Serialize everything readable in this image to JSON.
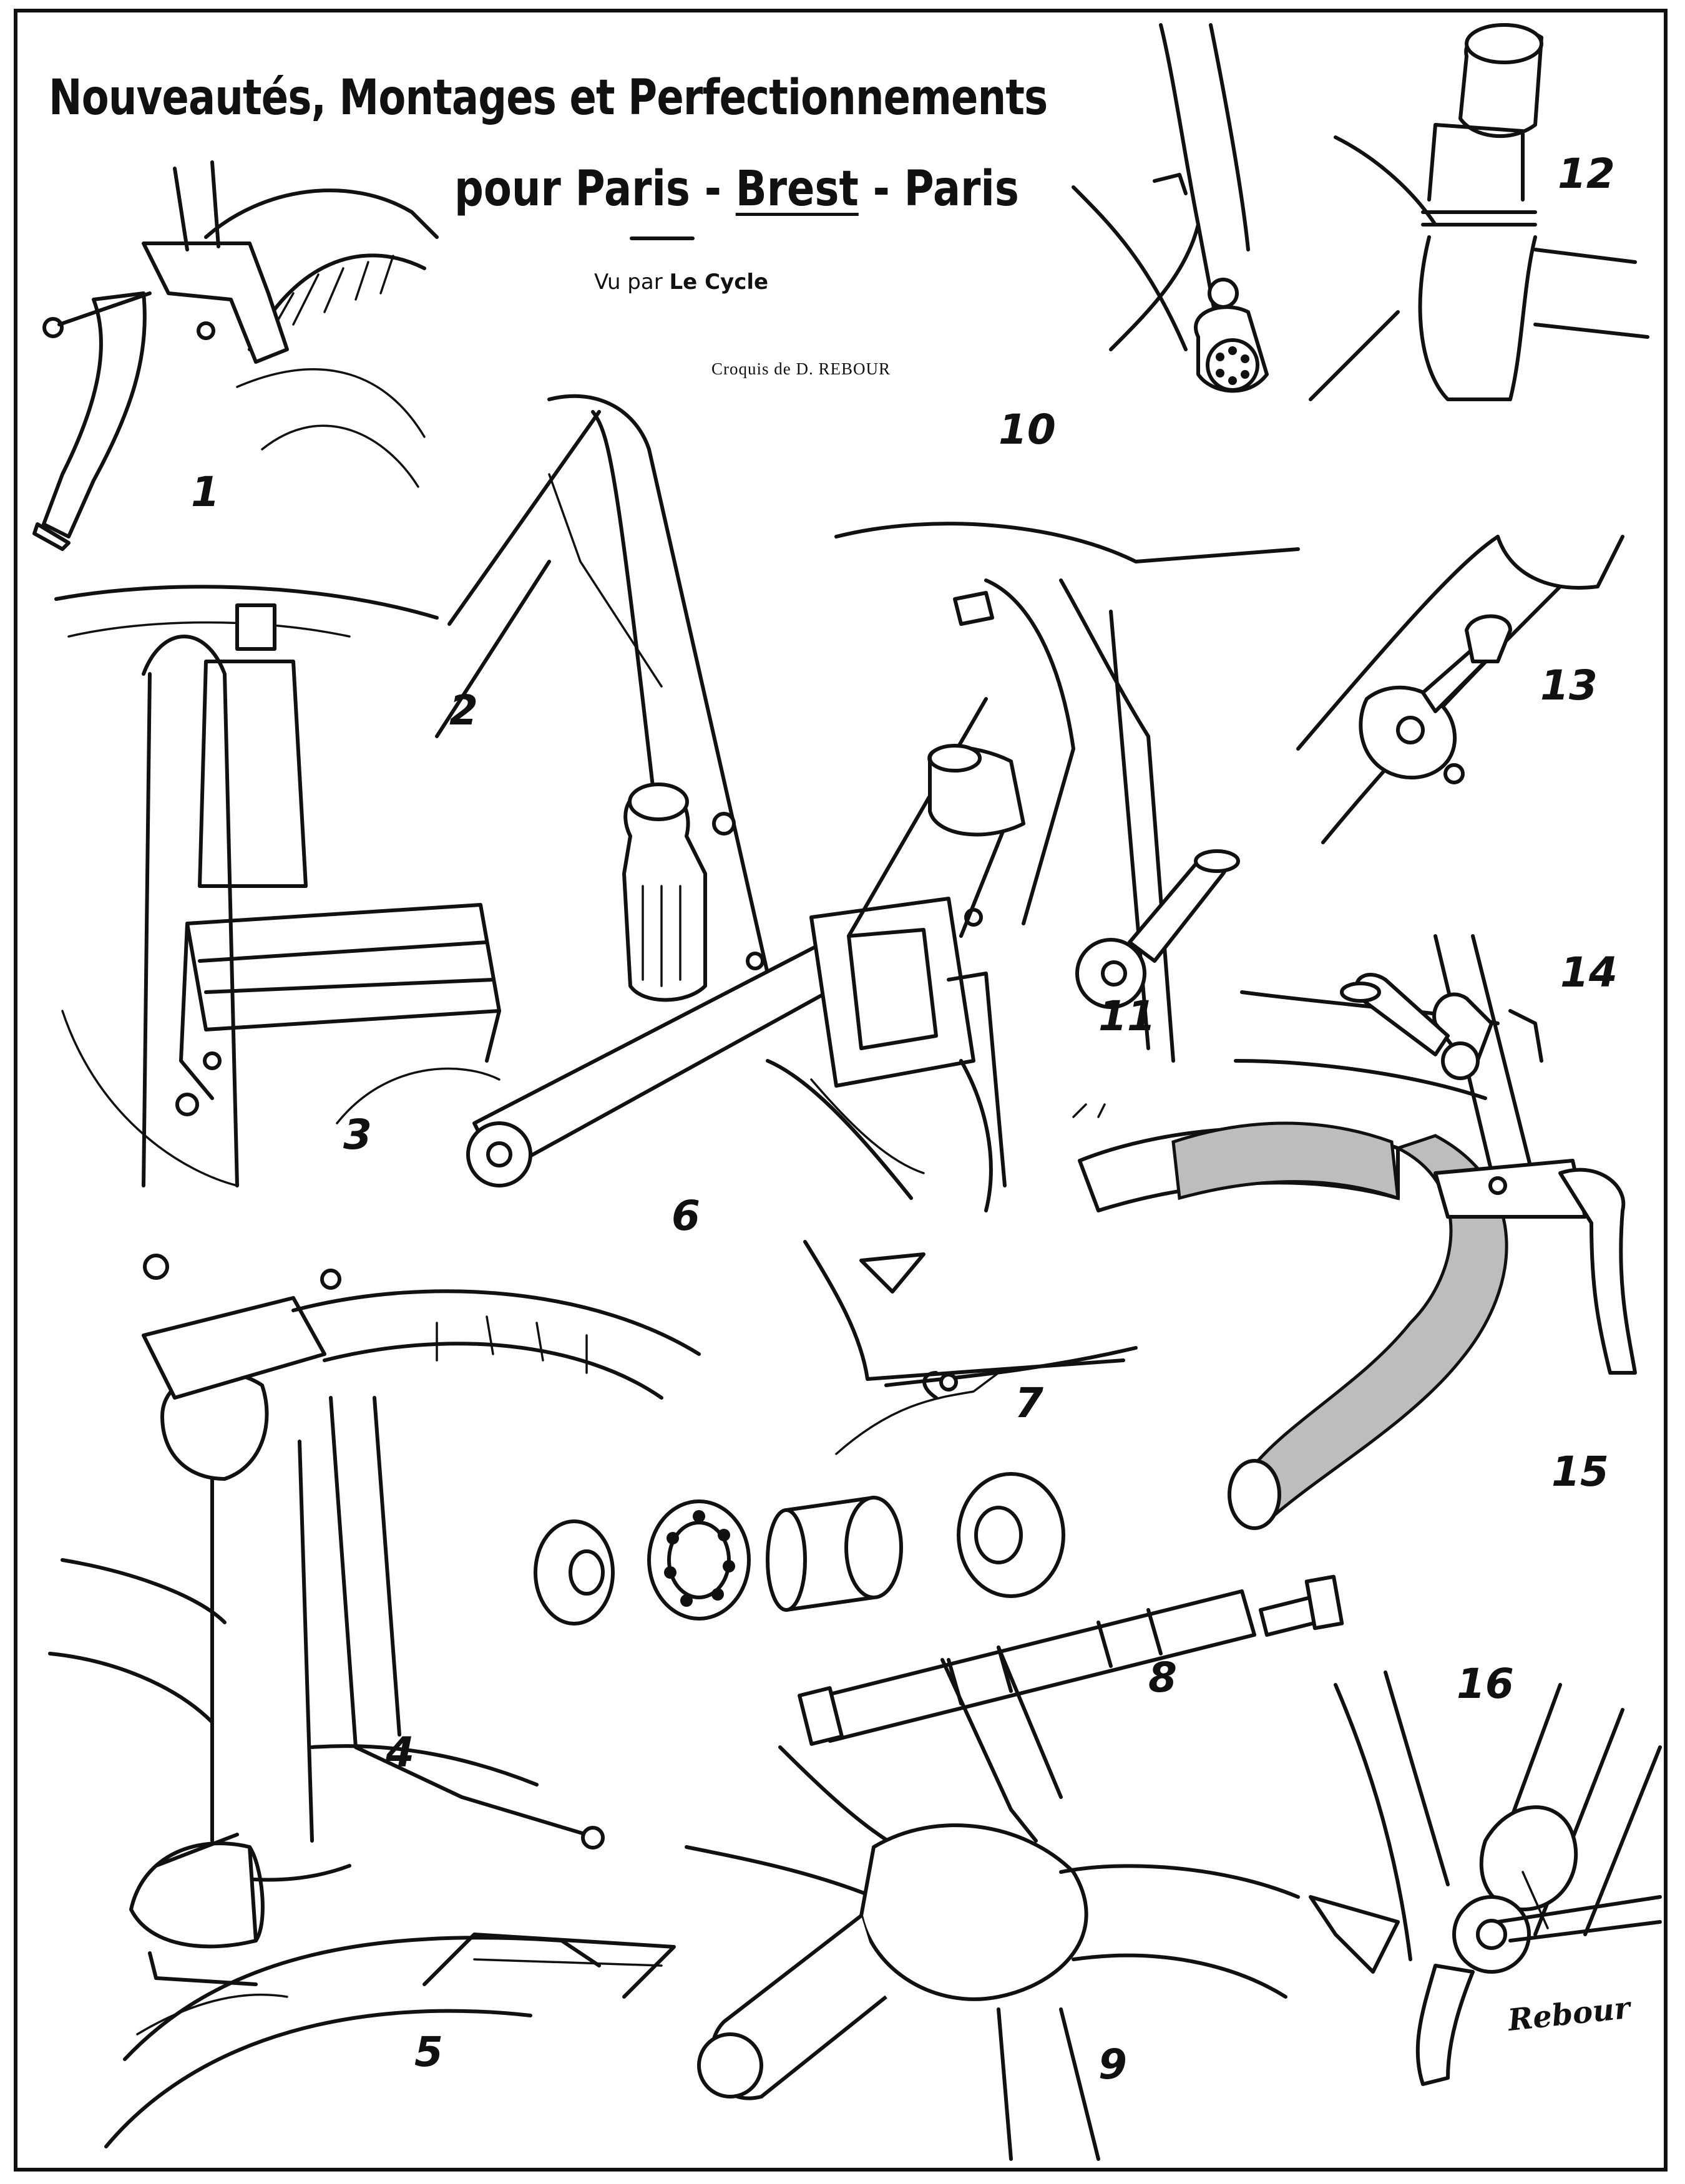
{
  "plate": {
    "title_line1": "Nouveautés, Montages et Perfectionnements",
    "title_line2_prefix": "pour Paris",
    "title_line2_sep1": " - ",
    "title_line2_mid": "Brest",
    "title_line2_sep2": " - ",
    "title_line2_suffix": "Paris",
    "vu_par_prefix": "Vu par ",
    "vu_par_publication": "Le Cycle",
    "croquis": "Croquis de D. REBOUR",
    "signature": "Rebour"
  },
  "figures": [
    {
      "number": "1",
      "drawing": "brake-lever-on-handlebar"
    },
    {
      "number": "2",
      "drawing": "seat-tube-oil-bottle"
    },
    {
      "number": "3",
      "drawing": "front-rack"
    },
    {
      "number": "4",
      "drawing": "stem-with-lamp-bracket"
    },
    {
      "number": "5",
      "drawing": "headlamp-on-fender"
    },
    {
      "number": "6",
      "drawing": "crank-and-pedal"
    },
    {
      "number": "7",
      "drawing": "cable-guide-on-frame"
    },
    {
      "number": "8",
      "drawing": "bottom-bracket-parts"
    },
    {
      "number": "9",
      "drawing": "bottom-bracket-shell"
    },
    {
      "number": "10",
      "drawing": "dynamo-on-fork"
    },
    {
      "number": "11",
      "drawing": "gear-shift-lever"
    },
    {
      "number": "12",
      "drawing": "headset-top"
    },
    {
      "number": "13",
      "drawing": "shift-lever-on-tube"
    },
    {
      "number": "14",
      "drawing": "down-tube-lever"
    },
    {
      "number": "15",
      "drawing": "taped-drop-handlebar"
    },
    {
      "number": "16",
      "drawing": "rear-hub-dynamo"
    }
  ]
}
